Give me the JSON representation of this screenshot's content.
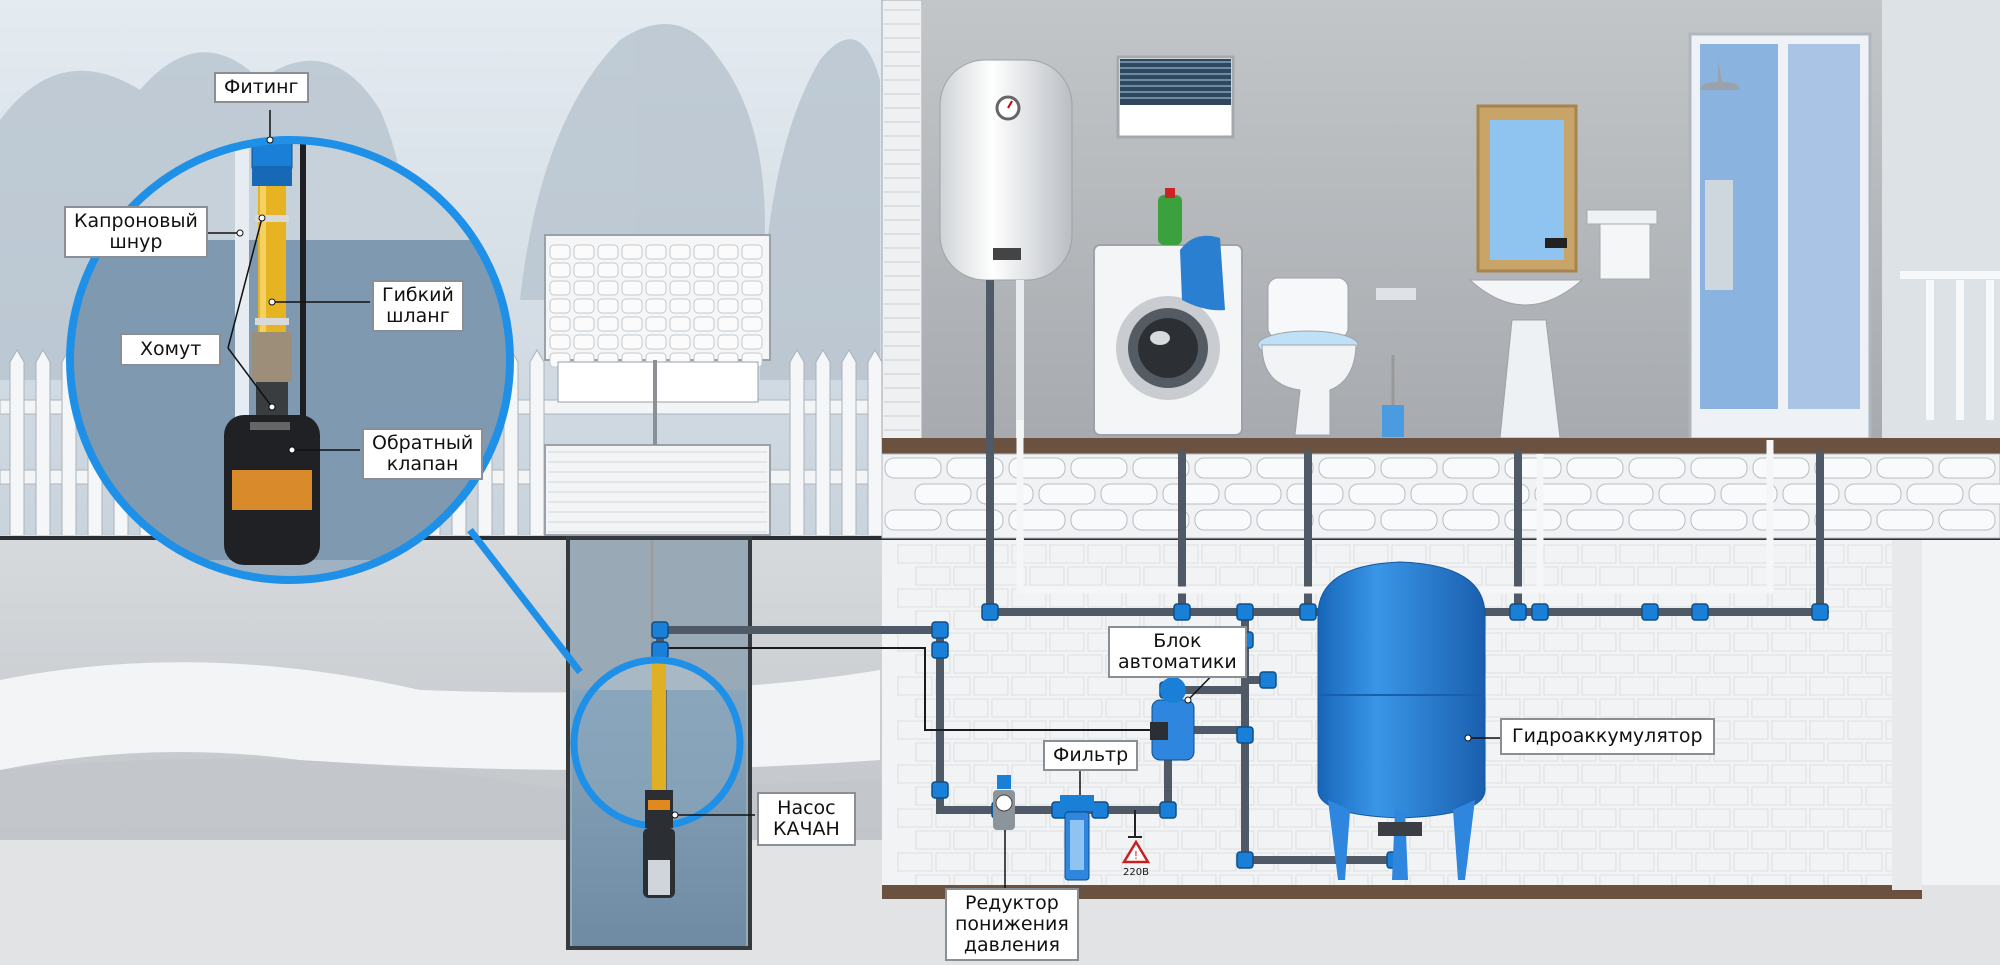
{
  "labels": {
    "fitting": "Фитинг",
    "kapron_cord": [
      "Капроновый",
      "шнур"
    ],
    "flex_hose": [
      "Гибкий",
      "шланг"
    ],
    "clamp": "Хомут",
    "check_valve": [
      "Обратный",
      "клапан"
    ],
    "pump": [
      "Насос",
      "КАЧАН"
    ],
    "automation_block": [
      "Блок",
      "автоматики"
    ],
    "filter": "Фильтр",
    "accumulator": "Гидроаккумулятор",
    "pressure_reducer": [
      "Редуктор",
      "понижения",
      "давления"
    ],
    "voltage": "220В"
  },
  "colors": {
    "pipe": "#4f5a66",
    "fitting_blue": "#1a7fd6",
    "tank_blue": "#2e86de",
    "sky": "#dde5ec",
    "floor_brown": "#6b5240",
    "magnifier_ring": "#1e90e8",
    "hose_yellow": "#e6b422"
  }
}
